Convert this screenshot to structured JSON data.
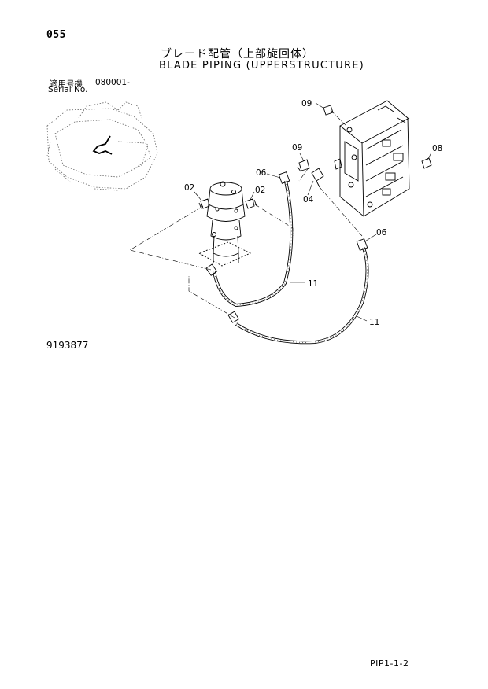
{
  "header": {
    "page_number": "055",
    "title_jp": "ブレード配管（上部旋回体）",
    "title_en": "BLADE PIPING (UPPERSTRUCTURE)",
    "serial_label_jp": "適用号機",
    "serial_value": "080001-",
    "serial_label_en": "Serial No."
  },
  "callouts": {
    "c09_top": "09",
    "c09_mid": "09",
    "c08": "08",
    "c06_left": "06",
    "c06_right": "06",
    "c04": "04",
    "c02_left": "02",
    "c02_right": "02",
    "c11_upper": "11",
    "c11_lower": "11"
  },
  "footer": {
    "drawing_number": "9193877",
    "sheet_code": "PIP1-1-2"
  }
}
